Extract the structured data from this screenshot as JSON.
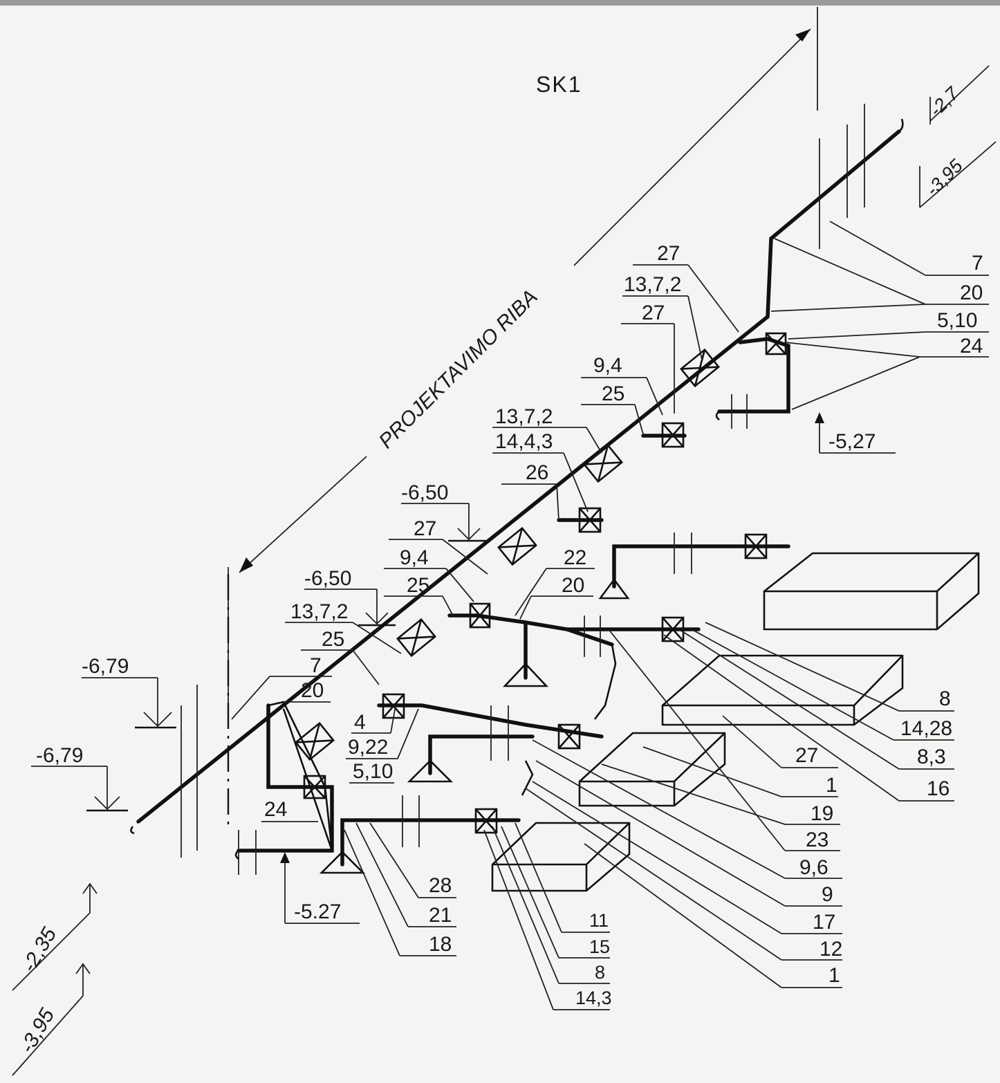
{
  "diagram": {
    "title": "SK1",
    "route_label": "PROJEKTAVIMO RIBA",
    "elevations": {
      "top_right_1": "-2,7",
      "top_right_2": "-3,95",
      "right_527": "-5,27",
      "left_527": "-5.27",
      "left_679_a": "-6,79",
      "left_679_b": "-6,79",
      "mid_650_a": "-6,50",
      "mid_650_b": "-6,50",
      "bottom_left_1": "-2,35",
      "bottom_left_2": "-3,95"
    },
    "callouts": {
      "c1": "27",
      "c2": "13,7,2",
      "c3": "27",
      "c4": "9,4",
      "c5": "25",
      "c6": "13,7,2",
      "c7": "14,4,3",
      "c8": "26",
      "c9": "27",
      "c10": "9,4",
      "c11": "25",
      "c12": "22",
      "c13": "20",
      "c14": "13,7,2",
      "c15": "25",
      "c16": "7",
      "c17": "20",
      "c18": "4",
      "c19": "9,22",
      "c20": "5,10",
      "c21": "24"
    },
    "right_list_top": [
      "7",
      "20",
      "5,10",
      "24"
    ],
    "right_list_mid": [
      "8",
      "14,28",
      "8,3",
      "16"
    ],
    "right_list_lower": [
      "27",
      "1",
      "19",
      "23",
      "9,6",
      "9",
      "17",
      "12",
      "1"
    ],
    "bottom_list_a": [
      "28",
      "21",
      "18"
    ],
    "bottom_list_b": [
      "11",
      "15",
      "8",
      "14,3"
    ]
  }
}
